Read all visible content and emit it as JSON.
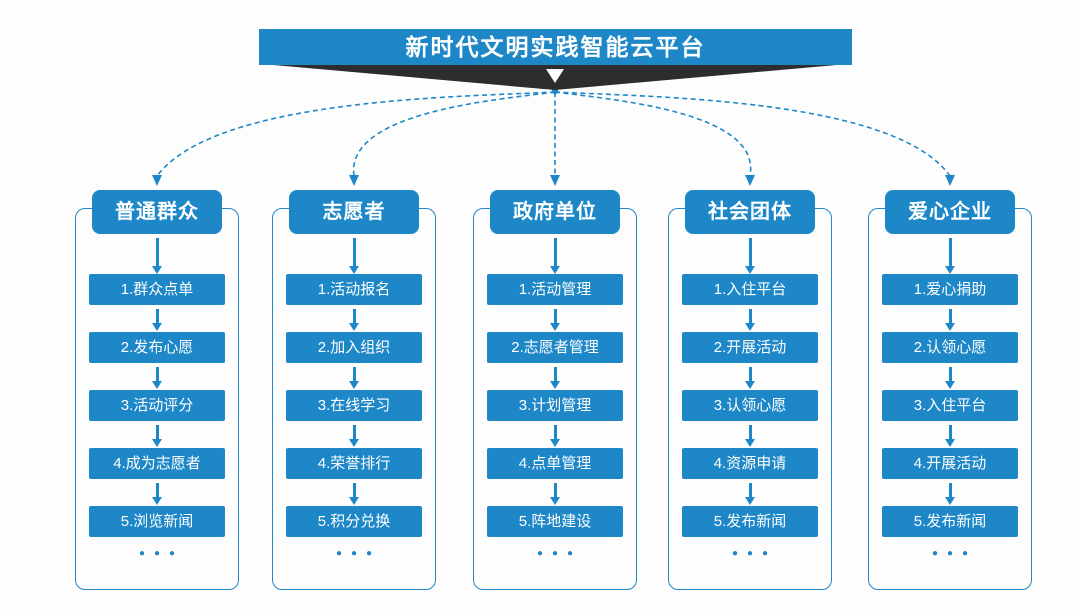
{
  "banner": {
    "title": "新时代文明实践智能云平台"
  },
  "colors": {
    "primary": "#1e87c8",
    "ribbon_dark": "#2d2d2d",
    "background": "#fdfdfd",
    "text_on_primary": "#ffffff"
  },
  "columns": [
    {
      "header": "普通群众",
      "items": [
        "1.群众点单",
        "2.发布心愿",
        "3.活动评分",
        "4.成为志愿者",
        "5.浏览新闻"
      ],
      "more": "●●●"
    },
    {
      "header": "志愿者",
      "items": [
        "1.活动报名",
        "2.加入组织",
        "3.在线学习",
        "4.荣誉排行",
        "5.积分兑换"
      ],
      "more": "●●●"
    },
    {
      "header": "政府单位",
      "items": [
        "1.活动管理",
        "2.志愿者管理",
        "3.计划管理",
        "4.点单管理",
        "5.阵地建设"
      ],
      "more": "●●●"
    },
    {
      "header": "社会团体",
      "items": [
        "1.入住平台",
        "2.开展活动",
        "3.认领心愿",
        "4.资源申请",
        "5.发布新闻"
      ],
      "more": "●●●"
    },
    {
      "header": "爱心企业",
      "items": [
        "1.爱心捐助",
        "2.认领心愿",
        "3.入住平台",
        "4.开展活动",
        "5.发布新闻"
      ],
      "more": "●●●"
    }
  ]
}
